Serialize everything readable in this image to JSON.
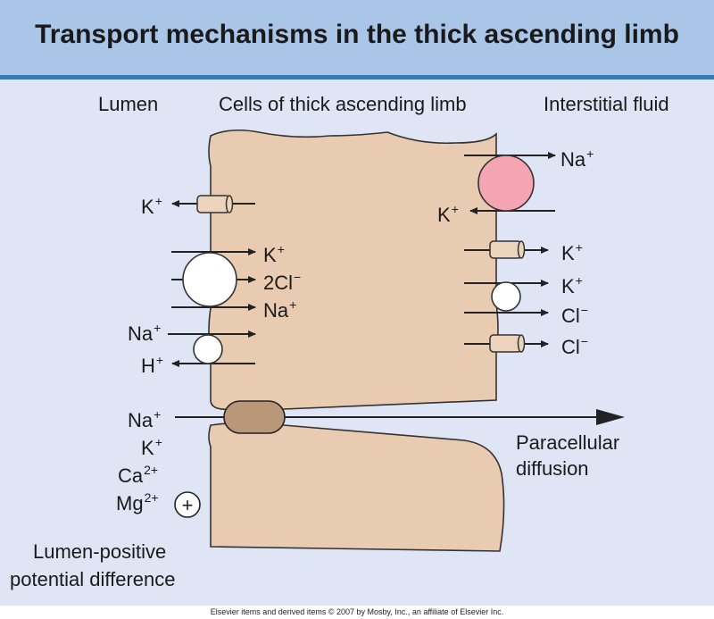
{
  "title": "Transport mechanisms in the thick ascending limb",
  "headings": {
    "lumen": "Lumen",
    "cells": "Cells of thick ascending limb",
    "interstitial": "Interstitial fluid"
  },
  "ions": {
    "k": "K",
    "na": "Na",
    "h": "H",
    "cl": "Cl",
    "two_cl": "2Cl",
    "ca": "Ca",
    "mg": "Mg",
    "plus": "+",
    "minus": "−",
    "two_plus": "2+"
  },
  "paracellular": [
    "Paracellular",
    "diffusion"
  ],
  "lumen_positive": [
    "Lumen-positive",
    "potential difference"
  ],
  "plus_symbol": "+",
  "footer": "Elsevier items and derived items © 2007 by Mosby, Inc., an affiliate of Elsevier Inc.",
  "colors": {
    "header": "#a9c5e8",
    "header_rule": "#3a78b5",
    "background": "#dfe5f5",
    "cell": "#e8cbb0",
    "channel": "#ecd3bb",
    "na_k_pump": "#f4a5b1",
    "tight_junction": "#b9987a"
  }
}
